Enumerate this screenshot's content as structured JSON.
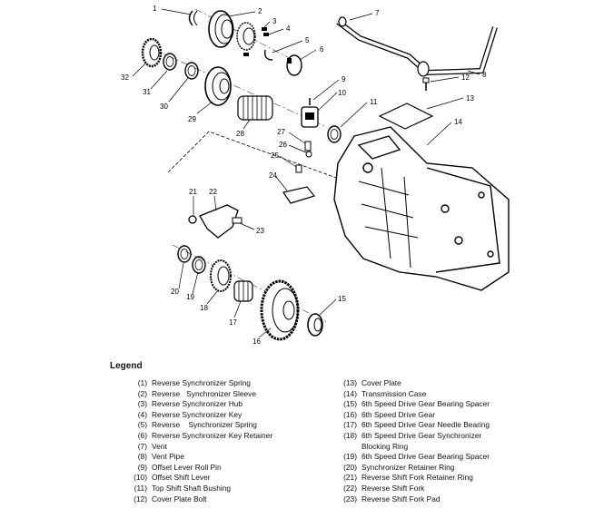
{
  "legend": {
    "title": "Legend",
    "items": [
      {
        "num": "(1)",
        "text": "Reverse Synchronizer Spring"
      },
      {
        "num": "(2)",
        "text": "Reverse   Synchronizer Sleeve"
      },
      {
        "num": "(3)",
        "text": "Reverse Synchronizer Hub"
      },
      {
        "num": "(4)",
        "text": "Reverse Synchronizer Key"
      },
      {
        "num": "(5)",
        "text": "Reverse    Synchronizer Spring"
      },
      {
        "num": "(6)",
        "text": "Reverse Synchronizer Key Retainer"
      },
      {
        "num": "(7)",
        "text": "Vent"
      },
      {
        "num": "(8)",
        "text": "Vent Pipe"
      },
      {
        "num": "(9)",
        "text": "Offset Lever Roll Pin"
      },
      {
        "num": "(10)",
        "text": "Offset Shift Lever"
      },
      {
        "num": "(11)",
        "text": "Top Shift Shaft Bushing"
      },
      {
        "num": "(12)",
        "text": "Cover Plate Bolt"
      },
      {
        "num": "(13)",
        "text": "Cover Plate"
      },
      {
        "num": "(14)",
        "text": "Transmission Case"
      },
      {
        "num": "(15)",
        "text": "6th Speed Drive Gear Bearing Spacer"
      },
      {
        "num": "(16)",
        "text": "6th Speed Drive Gear"
      },
      {
        "num": "(17)",
        "text": "6th Speed Drive Gear Needle Bearing"
      },
      {
        "num": "(18)",
        "text": "6th Speed Drive Gear Synchronizer\nBlocking Ring"
      },
      {
        "num": "(19)",
        "text": "6th Speed Drive Gear Bearing Spacer"
      },
      {
        "num": "(20)",
        "text": "Synchronizer Retainer Ring"
      },
      {
        "num": "(21)",
        "text": "Reverse Shift Fork Retainer Ring"
      },
      {
        "num": "(22)",
        "text": "Reverse Shift Fork"
      },
      {
        "num": "(23)",
        "text": "Reverse Shift Fork Pad"
      }
    ]
  },
  "callouts": [
    "1",
    "2",
    "3",
    "4",
    "5",
    "6",
    "7",
    "8",
    "9",
    "10",
    "11",
    "12",
    "13",
    "14",
    "15",
    "16",
    "17",
    "18",
    "19",
    "20",
    "21",
    "22",
    "23",
    "24",
    "25",
    "26",
    "27",
    "28",
    "29",
    "30",
    "31",
    "32"
  ]
}
